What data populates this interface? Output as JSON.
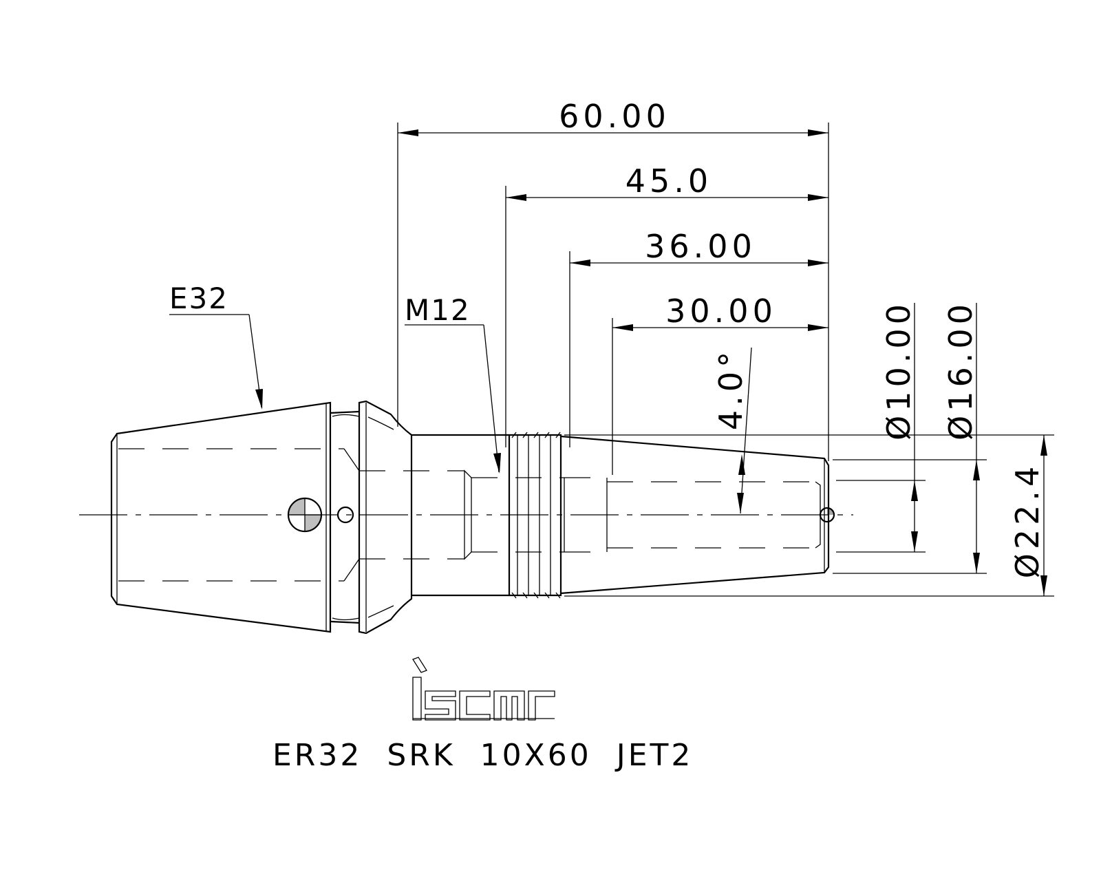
{
  "dimensions": {
    "overall_length": "60.00",
    "length_45": "45.0",
    "length_36": "36.00",
    "length_30": "30.00",
    "taper_angle": "4.0°",
    "bore_diameter": "Ø10.00",
    "shank_diameter": "Ø16.00",
    "max_diameter": "Ø22.4"
  },
  "callouts": {
    "collet": "E32",
    "thread": "M12"
  },
  "logo": {
    "brand": "iscar"
  },
  "title": {
    "part_number": "ER32  SRK  10X60  JET2"
  }
}
